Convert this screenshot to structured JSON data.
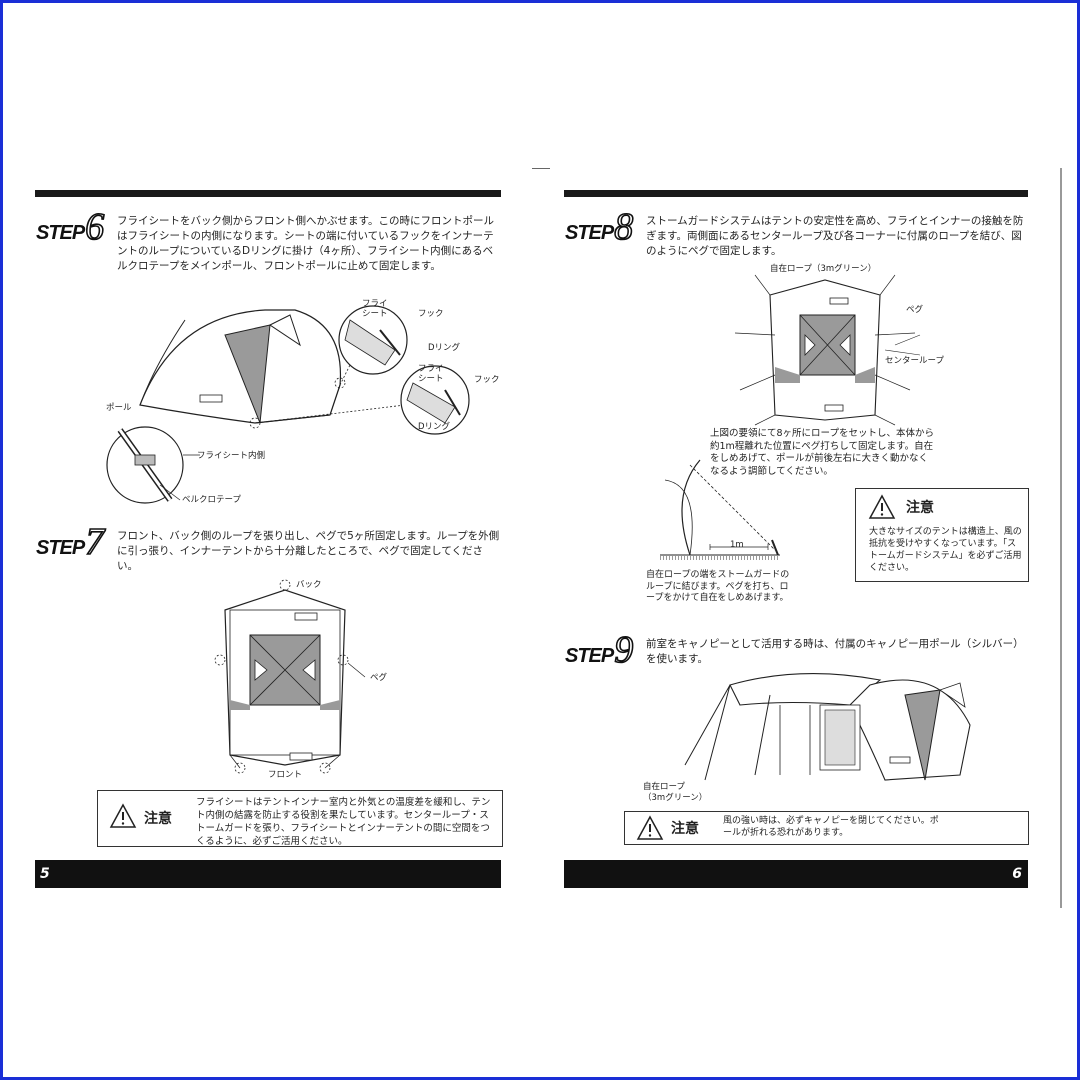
{
  "left_page": {
    "page_number": "5",
    "step6": {
      "label": "STEP",
      "number": "6",
      "text": "フライシートをバック側からフロント側へかぶせます。この時にフロントポールはフライシートの内側になります。シートの端に付いているフックをインナーテントのループについているDリングに掛け（4ヶ所）、フライシート内側にあるベルクロテープをメインポール、フロントポールに止めて固定します。",
      "labels": {
        "fly_sheet_1": "フライ\nシート",
        "hook_1": "フック",
        "d_ring_1": "Dリング",
        "fly_sheet_2": "フライ\nシート",
        "hook_2": "フック",
        "d_ring_2": "Dリング",
        "pole": "ポール",
        "fly_inner": "フライシート内側",
        "velcro": "ベルクロテープ"
      }
    },
    "step7": {
      "label": "STEP",
      "number": "7",
      "text": "フロント、バック側のループを張り出し、ペグで5ヶ所固定します。ループを外側に引っ張り、インナーテントから十分離したところで、ペグで固定してください。",
      "labels": {
        "back": "バック",
        "peg": "ペグ",
        "front": "フロント"
      }
    },
    "caution": {
      "heading": "注意",
      "text": "フライシートはテントインナー室内と外気との温度差を緩和し、テント内側の結露を防止する役割を果たしています。センターループ・ストームガードを張り、フライシートとインナーテントの間に空間をつくるように、必ずご活用ください。"
    }
  },
  "right_page": {
    "page_number": "6",
    "step8": {
      "label": "STEP",
      "number": "8",
      "text": "ストームガードシステムはテントの安定性を高め、フライとインナーの接触を防ぎます。両側面にあるセンターループ及び各コーナーに付属のロープを結び、図のようにペグで固定します。",
      "labels": {
        "rope_top": "自在ロープ（3mグリーン）",
        "peg": "ペグ",
        "center_loop": "センターループ",
        "one_meter": "1m"
      },
      "instruction": "上図の要領にて8ヶ所にロープをセットし、本体から約1m程離れた位置にペグ打ちして固定します。自在をしめあげて、ポールが前後左右に大きく動かなくなるよう調節してください。",
      "rope_note": "自在ロープの端をストームガードのループに結びます。ペグを打ち、ロープをかけて自在をしめあげます。"
    },
    "caution_storm": {
      "heading": "注意",
      "text": "大きなサイズのテントは構造上、風の抵抗を受けやすくなっています。「ストームガードシステム」を必ずご活用ください。"
    },
    "step9": {
      "label": "STEP",
      "number": "9",
      "text": "前室をキャノピーとして活用する時は、付属のキャノピー用ポール（シルバー）を使います。",
      "labels": {
        "rope": "自在ロープ\n（3mグリーン）"
      }
    },
    "caution_wind": {
      "heading": "注意",
      "text": "風の強い時は、必ずキャノピーを閉じてください。ポールが折れる恐れがあります。"
    }
  },
  "colors": {
    "frame": "#1a2fd6",
    "bar": "#111111",
    "shade": "#9a9a9a"
  }
}
